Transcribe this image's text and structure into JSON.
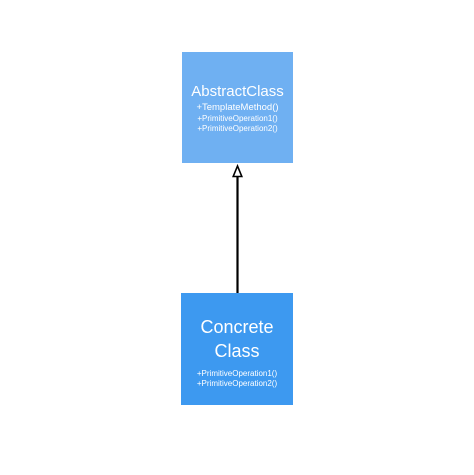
{
  "diagram": {
    "abstract_class": {
      "name": "AbstractClass",
      "methods": [
        "+TemplateMethod()",
        "+PrimitiveOperation1()",
        "+PrimitiveOperation2()"
      ],
      "color": "#6fb0f2"
    },
    "concrete_class": {
      "name_line1": "Concrete",
      "name_line2": "Class",
      "methods": [
        "+PrimitiveOperation1()",
        "+PrimitiveOperation2()"
      ],
      "color": "#3d99f0"
    },
    "relation": {
      "type": "inheritance",
      "from": "Concrete Class",
      "to": "AbstractClass",
      "arrowhead": "hollow-triangle"
    }
  }
}
